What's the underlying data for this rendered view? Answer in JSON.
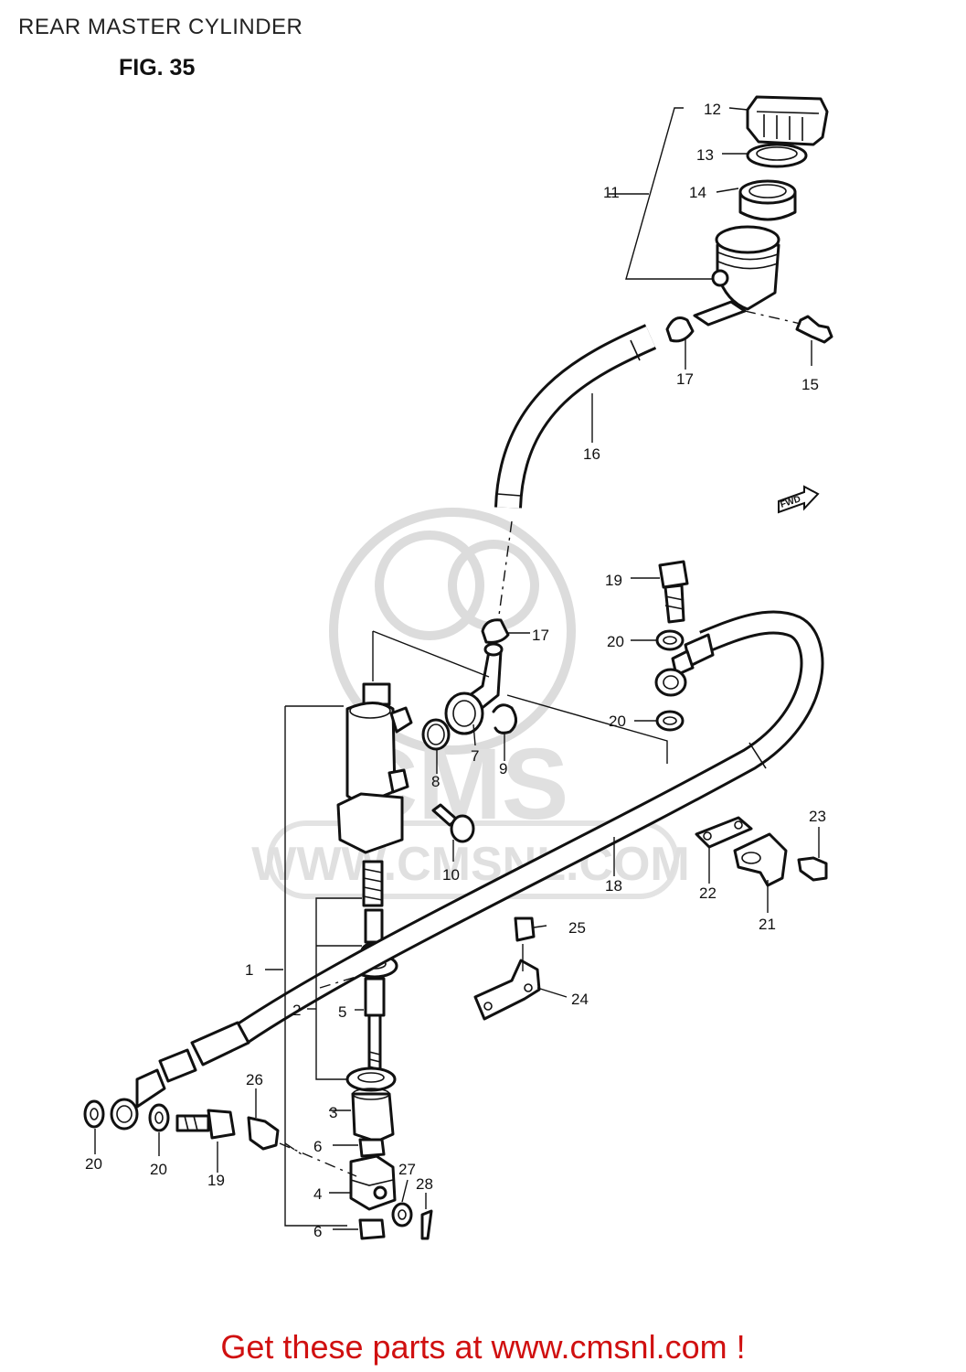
{
  "page": {
    "title": "REAR MASTER CYLINDER",
    "figure": "FIG. 35",
    "fwd_badge": "FWD",
    "watermark": {
      "brand": "CMS",
      "url": "WWW.CMSNL.COM"
    },
    "promo": {
      "prefix": "Get these parts at ",
      "link_text": "www.cmsnl.com",
      "suffix": " !",
      "color": "#d01010"
    }
  },
  "callouts": {
    "c1": "1",
    "c2": "2",
    "c3": "3",
    "c4": "4",
    "c5": "5",
    "c6a": "6",
    "c6b": "6",
    "c7": "7",
    "c8": "8",
    "c9": "9",
    "c10": "10",
    "c11": "11",
    "c12": "12",
    "c13": "13",
    "c14": "14",
    "c15": "15",
    "c16": "16",
    "c17a": "17",
    "c17b": "17",
    "c18": "18",
    "c19a": "19",
    "c19b": "19",
    "c20a": "20",
    "c20b": "20",
    "c20c": "20",
    "c20d": "20",
    "c21": "21",
    "c22": "22",
    "c23": "23",
    "c24": "24",
    "c25": "25",
    "c26": "26",
    "c27": "27",
    "c28": "28"
  }
}
